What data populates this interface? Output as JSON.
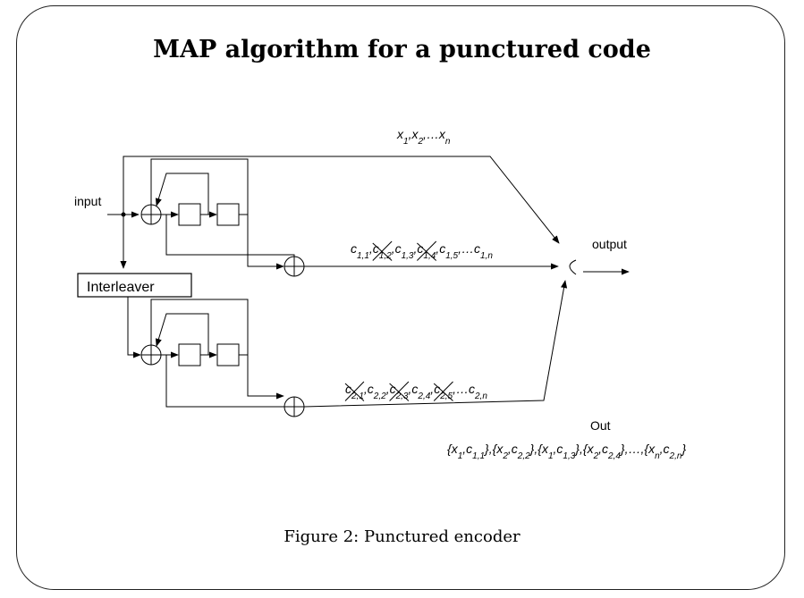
{
  "title": "MAP algorithm for a punctured code",
  "caption": "Figure 2: Punctured encoder",
  "labels": {
    "input": "input",
    "interleaver": "Interleaver",
    "output": "output",
    "out": "Out"
  },
  "sequences": {
    "systematic": {
      "terms": [
        {
          "base": "x",
          "sub": "1"
        },
        {
          "base": "x",
          "sub": "2"
        },
        {
          "base": "…",
          "sub": ""
        },
        {
          "base": "x",
          "sub": "n"
        }
      ]
    },
    "parity1": {
      "terms": [
        {
          "base": "c",
          "sub": "1,1",
          "punctured": false
        },
        {
          "base": "c",
          "sub": "1,2",
          "punctured": true
        },
        {
          "base": "c",
          "sub": "1,3",
          "punctured": false
        },
        {
          "base": "c",
          "sub": "1,4",
          "punctured": true
        },
        {
          "base": "c",
          "sub": "1,5",
          "punctured": false
        },
        {
          "base": "…",
          "sub": "",
          "punctured": false
        },
        {
          "base": "c",
          "sub": "1,n",
          "punctured": false
        }
      ]
    },
    "parity2": {
      "terms": [
        {
          "base": "c",
          "sub": "2,1",
          "punctured": true
        },
        {
          "base": "c",
          "sub": "2,2",
          "punctured": false
        },
        {
          "base": "c",
          "sub": "2,3",
          "punctured": true
        },
        {
          "base": "c",
          "sub": "2,4",
          "punctured": false
        },
        {
          "base": "c",
          "sub": "2,5",
          "punctured": true
        },
        {
          "base": "…",
          "sub": "",
          "punctured": false
        },
        {
          "base": "c",
          "sub": "2,n",
          "punctured": false
        }
      ]
    },
    "out": {
      "groups": [
        [
          {
            "base": "x",
            "sub": "1"
          },
          {
            "base": "c",
            "sub": "1,1"
          }
        ],
        [
          {
            "base": "x",
            "sub": "2"
          },
          {
            "base": "c",
            "sub": "2,2"
          }
        ],
        [
          {
            "base": "x",
            "sub": "1"
          },
          {
            "base": "c",
            "sub": "1,3"
          }
        ],
        [
          {
            "base": "x",
            "sub": "2"
          },
          {
            "base": "c",
            "sub": "2,4"
          }
        ],
        [
          {
            "base": "…",
            "sub": ""
          }
        ],
        [
          {
            "base": "x",
            "sub": "n"
          },
          {
            "base": "c",
            "sub": "2,n"
          }
        ]
      ]
    }
  }
}
